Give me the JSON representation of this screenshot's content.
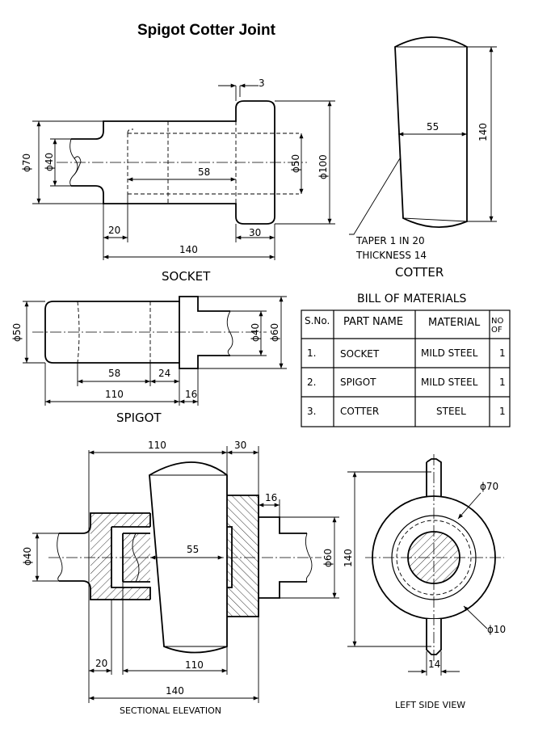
{
  "title": "Spigot Cotter Joint",
  "socket": {
    "label": "SOCKET",
    "dims": {
      "d3": "3",
      "dia70": "ϕ70",
      "dia40": "ϕ40",
      "len58": "58",
      "dia50": "ϕ50",
      "dia100": "ϕ100",
      "len20": "20",
      "len30": "30",
      "len140": "140"
    }
  },
  "cotter": {
    "label": "COTTER",
    "dims": {
      "w55": "55",
      "h140": "140"
    },
    "note_taper": "TAPER 1 IN 20",
    "note_thickness": "THICKNESS 14"
  },
  "spigot": {
    "label": "SPIGOT",
    "dims": {
      "dia50": "ϕ50",
      "dia40": "ϕ40",
      "dia60": "ϕ60",
      "len58": "58",
      "len24": "24",
      "len110": "110",
      "len16": "16"
    }
  },
  "bom": {
    "title": "BILL OF MATERIALS",
    "headers": [
      "S.No.",
      "PART NAME",
      "MATERIAL",
      "NO OF"
    ],
    "rows": [
      [
        "1.",
        "SOCKET",
        "MILD STEEL",
        "1"
      ],
      [
        "2.",
        "SPIGOT",
        "MILD STEEL",
        "1"
      ],
      [
        "3.",
        "COTTER",
        "STEEL",
        "1"
      ]
    ]
  },
  "sectional": {
    "label": "SECTIONAL ELEVATION",
    "dims": {
      "top110": "110",
      "top30": "30",
      "d16": "16",
      "dia40": "ϕ40",
      "w55": "55",
      "dia60": "ϕ60",
      "len20": "20",
      "len110": "110",
      "len140": "140"
    }
  },
  "side_view": {
    "label": "LEFT SIDE VIEW",
    "dims": {
      "dia70": "ϕ70",
      "h140": "140",
      "dia10": "ϕ10",
      "w14": "14"
    }
  }
}
